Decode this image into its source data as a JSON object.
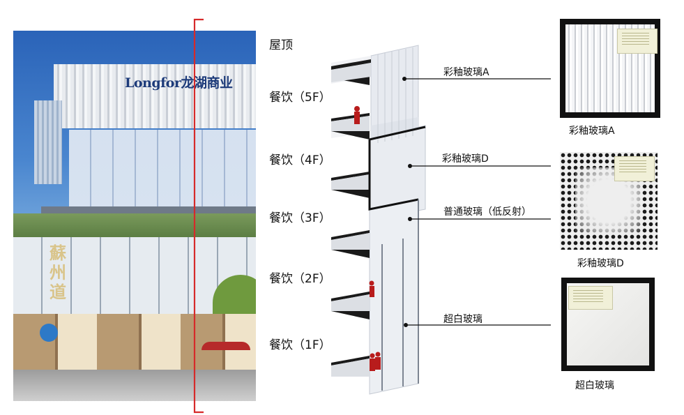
{
  "photo": {
    "sign_text": "Longfor龙湖商业",
    "script_sign": "蘇州道"
  },
  "section": {
    "floors": [
      "屋顶",
      "餐饮（5F）",
      "餐饮（4F）",
      "餐饮（3F）",
      "餐饮（2F）",
      "餐饮（1F）"
    ],
    "callouts": [
      "彩釉玻璃A",
      "彩釉玻璃D",
      "普通玻璃（低反射）",
      "超白玻璃"
    ]
  },
  "samples": [
    {
      "caption": "彩釉玻璃A"
    },
    {
      "caption": "彩釉玻璃D"
    },
    {
      "caption": "超白玻璃"
    }
  ],
  "colors": {
    "section_line": "#d62a2a",
    "people": "#b81c1c",
    "slab": "#1a1a1a",
    "glass": "#dfe3ea",
    "sky": "#2f6fc0"
  }
}
